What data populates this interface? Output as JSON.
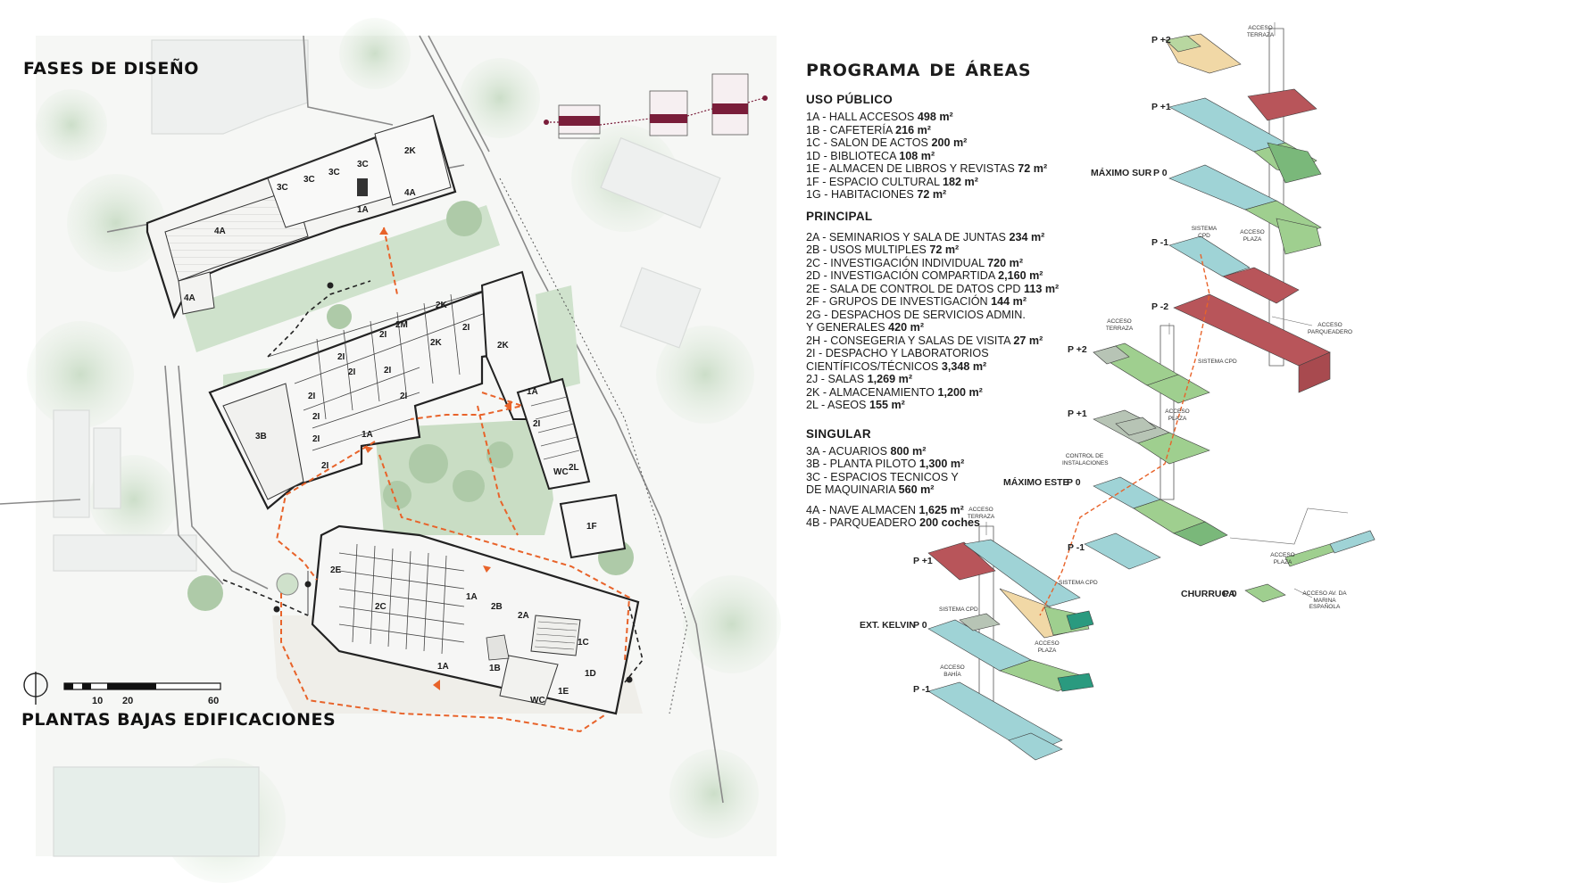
{
  "left_panel": {
    "phases_title": "FASES DE DISEÑO",
    "plan_title": "PLANTAS BAJAS EDIFICACIONES",
    "scale_labels": [
      "10",
      "20",
      "60"
    ],
    "room_labels": [
      "1A",
      "1A",
      "1A",
      "1A",
      "1A",
      "1B",
      "1C",
      "1D",
      "1E",
      "1F",
      "2A",
      "2B",
      "2C",
      "2E",
      "2I",
      "2I",
      "2I",
      "2I",
      "2I",
      "2I",
      "2I",
      "2I",
      "2I",
      "2I",
      "2I",
      "2K",
      "2K",
      "2K",
      "2K",
      "2L",
      "2M",
      "3B",
      "3C",
      "3C",
      "3C",
      "3C",
      "4A",
      "4A",
      "4A",
      "WC",
      "WC"
    ]
  },
  "program": {
    "title": "PROGRAMA DE  ÁREAS",
    "sections": [
      {
        "heading": "USO PÚBLICO",
        "items": [
          {
            "label": "1A - HALL ACCESOS ",
            "value": "498 m²"
          },
          {
            "label": "1B - CAFETERÍA ",
            "value": "216 m²"
          },
          {
            "label": "1C - SALON DE ACTOS ",
            "value": "200 m²"
          },
          {
            "label": "1D - BIBLIOTECA ",
            "value": "108 m²"
          },
          {
            "label": "1E - ALMACEN DE LIBROS Y REVISTAS ",
            "value": "72 m²"
          },
          {
            "label": "1F - ESPACIO CULTURAL ",
            "value": "182 m²"
          },
          {
            "label": "1G - HABITACIONES ",
            "value": "72 m²"
          }
        ]
      },
      {
        "heading": "PRINCIPAL",
        "items": [
          {
            "label": "2A - SEMINARIOS  Y SALA DE JUNTAS ",
            "value": "234 m²"
          },
          {
            "label": "2B - USOS MULTIPLES ",
            "value": "72 m²"
          },
          {
            "label": "2C - INVESTIGACIÓN INDIVIDUAL ",
            "value": "720 m²"
          },
          {
            "label": "2D - INVESTIGACIÓN COMPARTIDA ",
            "value": "2,160 m²"
          },
          {
            "label": "2E - SALA DE CONTROL DE DATOS CPD ",
            "value": "113 m²"
          },
          {
            "label": "2F - GRUPOS DE INVESTIGACIÓN ",
            "value": "144 m²"
          },
          {
            "label": "2G - DESPACHOS DE SERVICIOS ADMIN.",
            "value": ""
          },
          {
            "label": "Y GENERALES ",
            "value": "420 m²"
          },
          {
            "label": "2H - CONSEGERIA Y SALAS DE VISITA ",
            "value": "27 m²"
          },
          {
            "label": "2I - DESPACHO Y LABORATORIOS",
            "value": ""
          },
          {
            "label": "CIENTÍFICOS/TÉCNICOS ",
            "value": "3,348 m²"
          },
          {
            "label": "2J - SALAS ",
            "value": "1,269 m²"
          },
          {
            "label": "2K - ALMACENAMIENTO ",
            "value": "1,200 m²"
          },
          {
            "label": "2L - ASEOS ",
            "value": "155 m²"
          }
        ]
      },
      {
        "heading": "SINGULAR",
        "items": [
          {
            "label": "3A - ACUARIOS ",
            "value": "800 m²"
          },
          {
            "label": "3B - PLANTA PILOTO ",
            "value": "1,300 m²"
          },
          {
            "label": "3C - ESPACIOS TECNICOS Y",
            "value": ""
          },
          {
            "label": "DE MAQUINARIA ",
            "value": "560 m²"
          },
          {
            "label": "4A - NAVE ALMACEN ",
            "value": "1,625 m²"
          },
          {
            "label": "4B - PARQUEADERO ",
            "value": "200 coches"
          }
        ]
      }
    ]
  },
  "axonometric": {
    "buildings": [
      {
        "name": "MÁXIMO SUR",
        "levels": [
          "P +2",
          "P +1",
          "P 0",
          "P -1",
          "P -2"
        ],
        "notes": [
          "ACCESO TERRAZA",
          "SISTEMA CPD",
          "ACCESO PLAZA",
          "ACCESO PARQUEADERO",
          "SISTEMA CPD"
        ]
      },
      {
        "name": "MÁXIMO ESTE",
        "levels": [
          "P +2",
          "P +1",
          "P 0",
          "P -1"
        ],
        "notes": [
          "ACCESO TERRAZA",
          "ACCESO PLAZA",
          "CONTROL DE INSTALACIONES"
        ]
      },
      {
        "name": "EXT. KELVIN",
        "levels": [
          "P +1",
          "P 0",
          "P -1"
        ],
        "notes": [
          "ACCESO TERRAZA",
          "SISTEMA CPD",
          "SISTEMA CPD",
          "ACCESO PLAZA",
          "ACCESO BAHÍA"
        ]
      },
      {
        "name": "CHURRUCA",
        "levels": [
          "P 0"
        ],
        "notes": [
          "ACCESO PLAZA",
          "ACCESO AV. DA  MARINA ESPAÑOLA"
        ]
      }
    ]
  },
  "colors": {
    "route": "#e8632a",
    "phase_accent": "#7a1d3a",
    "cyan": "#9fd3d6",
    "green": "#9fcf8f",
    "dark_green": "#4e9a6a",
    "red": "#b8555a",
    "teal": "#2a9a7f",
    "tan": "#f1d8a6",
    "vegetation": "#b9d4b5"
  }
}
